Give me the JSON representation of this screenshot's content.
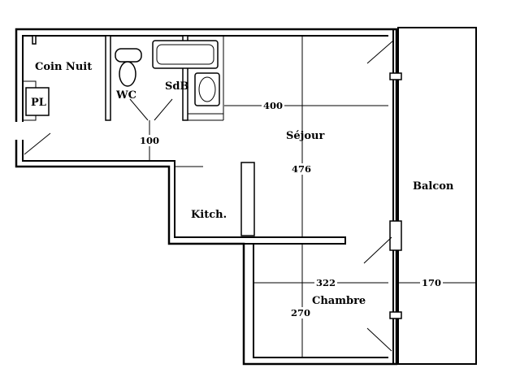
{
  "rooms": {
    "coin_nuit": "Coin Nuit",
    "placard": "PL",
    "wc": "WC",
    "sdb": "SdB",
    "sejour": "Séjour",
    "kitchen": "Kitch.",
    "chambre": "Chambre",
    "balcon": "Balcon"
  },
  "dimensions": {
    "corridor_width": "100",
    "sejour_width": "400",
    "sejour_length": "476",
    "chambre_width": "322",
    "chambre_length": "270",
    "balcon_depth": "170"
  }
}
